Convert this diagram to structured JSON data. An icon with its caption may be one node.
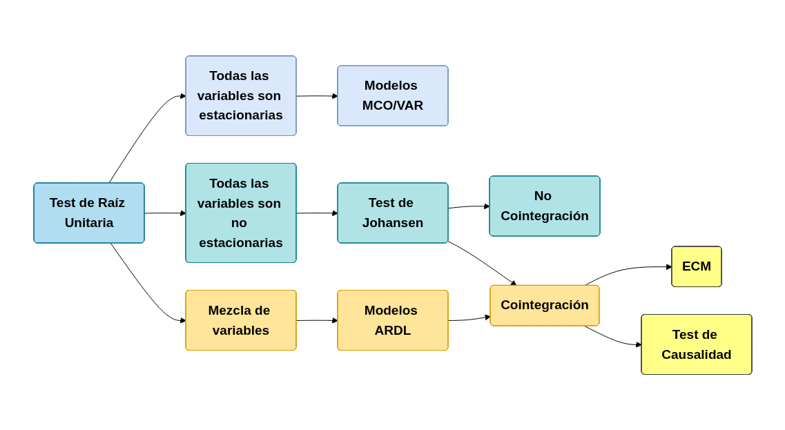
{
  "diagram": {
    "nodes": [
      {
        "text": [
          "Test de Raíz Unitaria"
        ]
      },
      {
        "text": [
          "Todas las variables son estacionarias"
        ]
      },
      {
        "text": [
          "Modelos MCO/VAR"
        ]
      },
      {
        "text": [
          "Todas las variables son no estacionarias"
        ]
      },
      {
        "text": [
          "Test de Johansen"
        ]
      },
      {
        "text": [
          "No Cointegración"
        ]
      },
      {
        "text": [
          "Mezcla de variables"
        ]
      },
      {
        "text": [
          "Modelos ARDL"
        ]
      },
      {
        "text": [
          "Cointegración"
        ]
      },
      {
        "text": [
          "ECM"
        ]
      },
      {
        "text": [
          "Test de Causalidad"
        ]
      }
    ],
    "edges": [
      {
        "from": 0,
        "to": 1,
        "arrow": "to"
      },
      {
        "from": 1,
        "to": 2,
        "arrow": "to"
      },
      {
        "from": 0,
        "to": 3,
        "arrow": "to"
      },
      {
        "from": 3,
        "to": 4,
        "arrow": "to"
      },
      {
        "from": 4,
        "to": 5,
        "arrow": "to"
      },
      {
        "from": 0,
        "to": 6,
        "arrow": "to"
      },
      {
        "from": 6,
        "to": 7,
        "arrow": "to"
      },
      {
        "from": 4,
        "to": 8,
        "arrow": "to"
      },
      {
        "from": 7,
        "to": 8,
        "arrow": "to"
      },
      {
        "from": 8,
        "to": 9,
        "arrow": "to"
      },
      {
        "from": 8,
        "to": 10,
        "arrow": "to"
      }
    ]
  }
}
